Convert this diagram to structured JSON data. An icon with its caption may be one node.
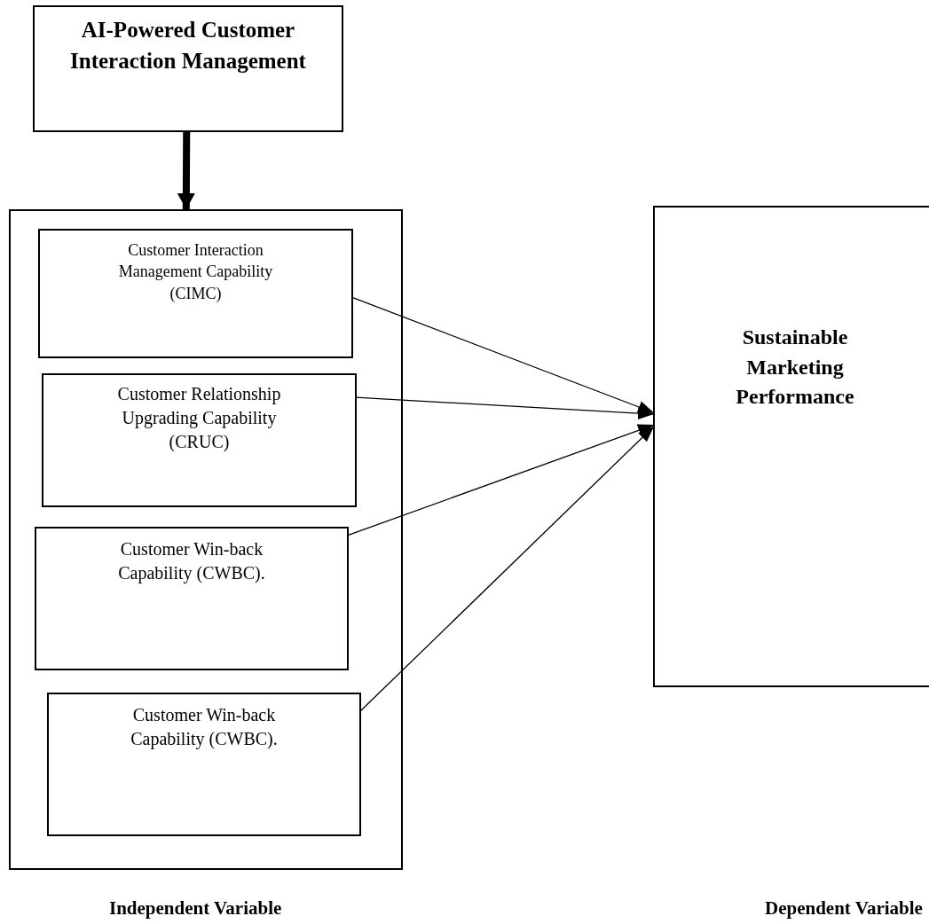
{
  "diagram": {
    "nodes": [
      {
        "text": [
          "AI-Powered Customer Interaction Management"
        ]
      },
      {
        "text": [],
        "shape": "box"
      },
      {
        "text": [
          "Customer Interaction Management Capability (CIMC)"
        ],
        "in": 1
      },
      {
        "text": [
          "Customer Relationship Upgrading Capability (CRUC)"
        ],
        "in": 1
      },
      {
        "text": [
          "Customer Win-back Capability (CWBC)."
        ],
        "in": 1
      },
      {
        "text": [
          "Customer Win-back Capability (CWBC)."
        ],
        "in": 1
      },
      {
        "text": [
          "Sustainable Marketing Performance"
        ]
      }
    ],
    "edges": [
      {
        "from": 0,
        "to": 1,
        "arrow": "to",
        "style": "thick"
      },
      {
        "from": 2,
        "to": 6,
        "arrow": "to"
      },
      {
        "from": 3,
        "to": 6,
        "arrow": "to"
      },
      {
        "from": 4,
        "to": 6,
        "arrow": "to"
      },
      {
        "from": 5,
        "to": 6,
        "arrow": "to"
      }
    ],
    "labels": [
      "Independent Variable",
      "Dependent Variable"
    ]
  }
}
